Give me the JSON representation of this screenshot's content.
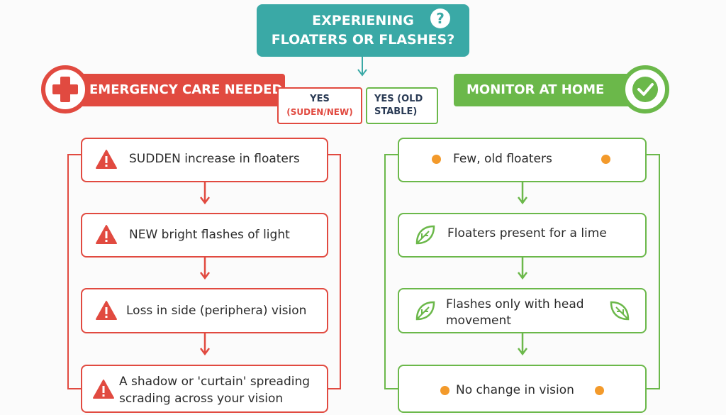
{
  "question": {
    "line1": "EXPERIENING",
    "line2": "FLOATERS OR FLASHES?",
    "icon": "?"
  },
  "left": {
    "header": "EMERGENCY CARE NEEDED",
    "yes_line1": "YES",
    "yes_line2": "(SUDEN/NEW)",
    "steps": [
      "SUDDEN increase in floaters",
      "NEW bright flashes of light",
      "Loss in side (periphera) vision",
      "A shadow or 'curtain' spreading scrading across your vision"
    ]
  },
  "right": {
    "header": "MONITOR AT HOME",
    "yes_line1": "YES (OLD",
    "yes_line2": "STABLE)",
    "steps": [
      "Few, old floaters",
      "Floaters present for a lime",
      "Flashes only with head movement",
      "No change in vision"
    ]
  },
  "colors": {
    "teal": "#3aa9a6",
    "red": "#e14a40",
    "green": "#6bb84a",
    "dot": "#f39a2b"
  }
}
